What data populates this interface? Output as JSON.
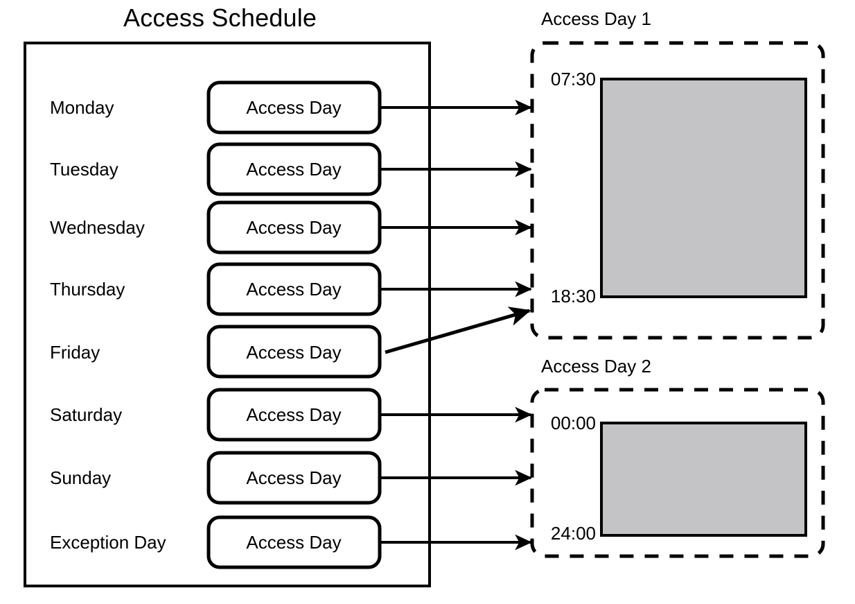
{
  "title": "Access Schedule",
  "schedule": {
    "rows": [
      {
        "day": "Monday",
        "node_label": "Access Day",
        "target": "Access Day 1"
      },
      {
        "day": "Tuesday",
        "node_label": "Access Day",
        "target": "Access Day 1"
      },
      {
        "day": "Wednesday",
        "node_label": "Access Day",
        "target": "Access Day 1"
      },
      {
        "day": "Thursday",
        "node_label": "Access Day",
        "target": "Access Day 1"
      },
      {
        "day": "Friday",
        "node_label": "Access Day",
        "target": "Access Day 1"
      },
      {
        "day": "Saturday",
        "node_label": "Access Day",
        "target": "Access Day 2"
      },
      {
        "day": "Sunday",
        "node_label": "Access Day",
        "target": "Access Day 2"
      },
      {
        "day": "Exception Day",
        "node_label": "Access Day",
        "target": "Access Day 2"
      }
    ]
  },
  "panels": [
    {
      "title": "Access Day 1",
      "start_time": "07:30",
      "end_time": "18:30",
      "interval_fill": "#c4c4c6"
    },
    {
      "title": "Access Day 2",
      "start_time": "00:00",
      "end_time": "24:00",
      "interval_fill": "#c4c4c6"
    }
  ],
  "colors": {
    "stroke": "#000000",
    "background": "#ffffff",
    "interval_fill": "#c4c4c6"
  }
}
